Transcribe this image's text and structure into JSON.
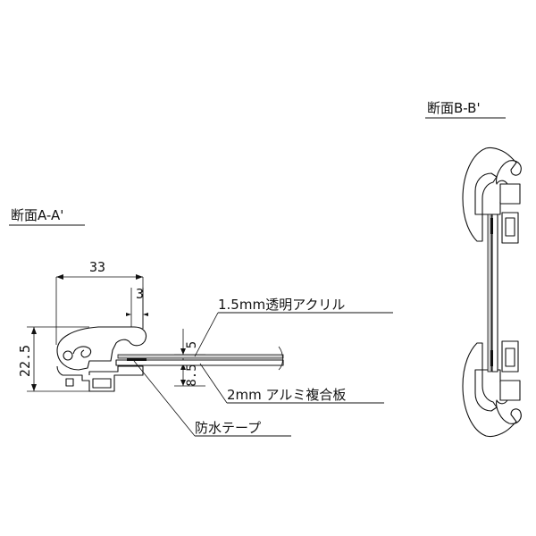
{
  "section_aa": {
    "title": "断面A-A'",
    "dims": {
      "width": "33",
      "height": "22.5",
      "lip": "3",
      "top": "5",
      "bottom": "8.5"
    },
    "callouts": {
      "acrylic": "1.5mm透明アクリル",
      "aluminum": "2mm アルミ複合板",
      "tape": "防水テープ"
    }
  },
  "section_bb": {
    "title": "断面B-B'"
  }
}
